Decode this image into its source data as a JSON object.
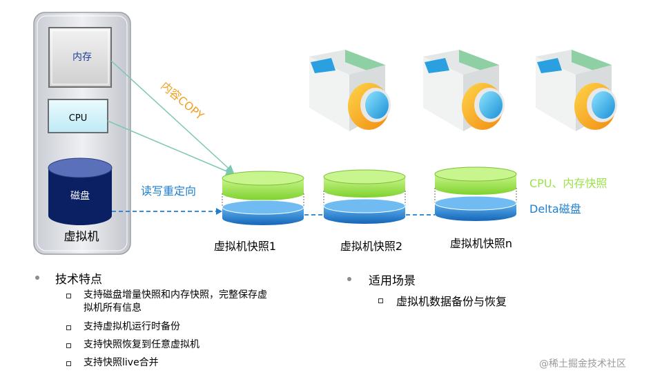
{
  "vm": {
    "memory_label": "内存",
    "cpu_label": "CPU",
    "disk_label": "磁盘",
    "vm_label": "虚拟机"
  },
  "arrows": {
    "copy_label": "内容COPY",
    "redirect_label": "读写重定向"
  },
  "snapshots": [
    {
      "label": "虚拟机快照1"
    },
    {
      "label": "虚拟机快照2"
    },
    {
      "label": "虚拟机快照n"
    }
  ],
  "legend": {
    "cpu_mem_snapshot": "CPU、内存快照",
    "delta_disk": "Delta磁盘"
  },
  "tech": {
    "title": "技术特点",
    "items": [
      "支持磁盘增量快照和内存快照，完整保存虚",
      "拟机所有信息",
      "支持虚拟机运行时备份",
      "支持快照恢复到任意虚拟机",
      "支持快照live合并"
    ]
  },
  "usage": {
    "title": "适用场景",
    "items": [
      "虚拟机数据备份与恢复"
    ]
  },
  "watermark": "@稀土掘金技术社区",
  "colors": {
    "green": "#9ae34a",
    "blue": "#1c7fd0",
    "navy": "#0b1f63",
    "accent_orange": "#f0a020",
    "arrow_teal": "#7cc7b4"
  }
}
